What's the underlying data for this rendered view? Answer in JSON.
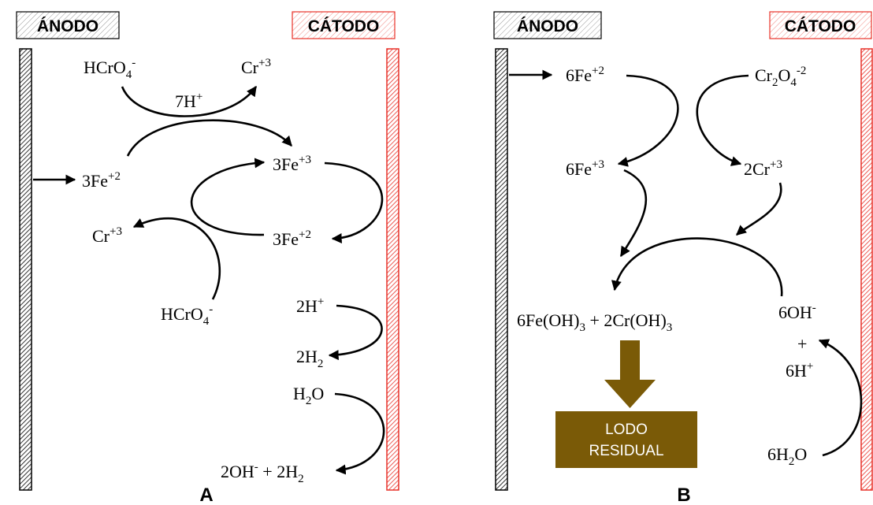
{
  "panels": [
    {
      "label": "A",
      "anode_label": "ÁNODO",
      "cathode_label": "CÁTODO"
    },
    {
      "label": "B",
      "anode_label": "ÁNODO",
      "cathode_label": "CÁTODO"
    }
  ],
  "A": {
    "hcro4_top": [
      {
        "t": "HCrO"
      },
      {
        "t": "4",
        "s": "sub"
      },
      {
        "t": "-",
        "s": "sup"
      }
    ],
    "cr3_top": [
      {
        "t": "Cr"
      },
      {
        "t": "+3",
        "s": "sup"
      }
    ],
    "h7": [
      {
        "t": "7H"
      },
      {
        "t": "+",
        "s": "sup"
      }
    ],
    "fe2_left": [
      {
        "t": "3Fe"
      },
      {
        "t": "+2",
        "s": "sup"
      }
    ],
    "fe3": [
      {
        "t": "3Fe"
      },
      {
        "t": "+3",
        "s": "sup"
      }
    ],
    "cr3_mid": [
      {
        "t": "Cr"
      },
      {
        "t": "+3",
        "s": "sup"
      }
    ],
    "fe2_low": [
      {
        "t": "3Fe"
      },
      {
        "t": "+2",
        "s": "sup"
      }
    ],
    "hcro4_low": [
      {
        "t": "HCrO"
      },
      {
        "t": "4",
        "s": "sub"
      },
      {
        "t": "-",
        "s": "sup"
      }
    ],
    "h2plus": [
      {
        "t": "2H"
      },
      {
        "t": "+",
        "s": "sup"
      }
    ],
    "h2": [
      {
        "t": "2H"
      },
      {
        "t": "2",
        "s": "sub"
      }
    ],
    "h2o": [
      {
        "t": "H"
      },
      {
        "t": "2",
        "s": "sub"
      },
      {
        "t": "O"
      }
    ],
    "oh_h2": [
      {
        "t": "2OH"
      },
      {
        "t": "-",
        "s": "sup"
      },
      {
        "t": " + 2H"
      },
      {
        "t": "2",
        "s": "sub"
      }
    ]
  },
  "B": {
    "fe2": [
      {
        "t": "6Fe"
      },
      {
        "t": "+2",
        "s": "sup"
      }
    ],
    "cr2o4": [
      {
        "t": "Cr"
      },
      {
        "t": "2",
        "s": "sub"
      },
      {
        "t": "O"
      },
      {
        "t": "4",
        "s": "sub"
      },
      {
        "t": "-2",
        "s": "sup"
      }
    ],
    "fe3": [
      {
        "t": "6Fe"
      },
      {
        "t": "+3",
        "s": "sup"
      }
    ],
    "cr3": [
      {
        "t": "2Cr"
      },
      {
        "t": "+3",
        "s": "sup"
      }
    ],
    "products": [
      {
        "t": "6Fe(OH)"
      },
      {
        "t": "3",
        "s": "sub"
      },
      {
        "t": " + 2Cr(OH)"
      },
      {
        "t": "3",
        "s": "sub"
      }
    ],
    "oh6": [
      {
        "t": "6OH"
      },
      {
        "t": "-",
        "s": "sup"
      }
    ],
    "plus": [
      {
        "t": "+"
      }
    ],
    "h6plus": [
      {
        "t": "6H"
      },
      {
        "t": "+",
        "s": "sup"
      }
    ],
    "h2o6": [
      {
        "t": "6H"
      },
      {
        "t": "2",
        "s": "sub"
      },
      {
        "t": "O"
      }
    ],
    "lodo_line1": "LODO",
    "lodo_line2": "RESIDUAL"
  },
  "colors": {
    "anode_hatch": "#000000",
    "cathode_hatch": "#e8322a",
    "lodo_fill": "#7a5a07",
    "lodo_arrow": "#7a5a07"
  }
}
